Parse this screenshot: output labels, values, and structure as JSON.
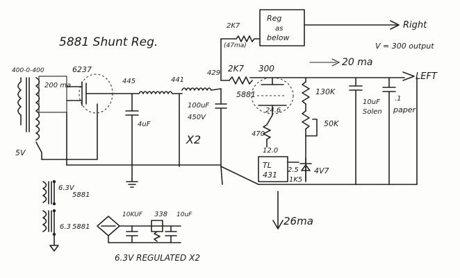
{
  "title": "5881 Shunt Reg.",
  "transformer": {
    "primary": "400-0-400",
    "rating": "200 ma",
    "heater": "5V"
  },
  "rectifier": "6237",
  "nodes": {
    "n445": "445",
    "n441": "441",
    "n429": "429"
  },
  "choke_cap_1": "4uF",
  "main_cap": {
    "value": "100uF",
    "voltage": "450V",
    "count": "X2"
  },
  "series_resistor": {
    "value": "2K7",
    "node": "300"
  },
  "shunt_tube": "5881",
  "right_branch": {
    "resistor": "2K7",
    "current": "(47ma)",
    "box_line1": "Reg",
    "box_line2": "as",
    "box_line3": "below",
    "label": "Right"
  },
  "output": {
    "voltage": "V = 300 output",
    "current": "20 ma",
    "label": "LEFT"
  },
  "divider": {
    "r_top": "130K",
    "pot": "50K",
    "v1": "24.6",
    "r470": "470",
    "v2": "12.0"
  },
  "reference": {
    "ic_line1": "TL",
    "ic_line2": "431",
    "v_ref": "2.5",
    "r_ref": "1K5",
    "zener": "4V7"
  },
  "caps_out": {
    "c1_line1": "10uF",
    "c1_line2": "Solen",
    "c2_line1": ".1",
    "c2_line2": "paper"
  },
  "total_current": "26ma",
  "heaters": {
    "h1_volt": "6.3V",
    "h1_tube": "5881",
    "h2_volt": "6.3",
    "h2_tube": "5881"
  },
  "heater_reg": {
    "cap1": "10KUF",
    "resistor": "338",
    "cap2": "10uF",
    "caption": "6.3V REGULATED X2"
  }
}
